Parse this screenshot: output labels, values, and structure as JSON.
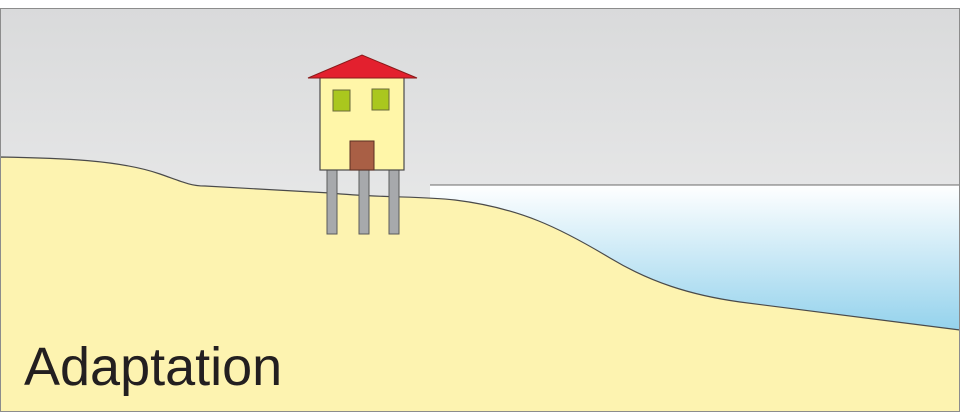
{
  "caption": "Adaptation",
  "colors": {
    "sky_top": "#d9dadb",
    "sky_bottom": "#f4f4f4",
    "water_top": "#ffffff",
    "water_bottom": "#58b9e2",
    "sand": "#fdf3b0",
    "outline": "#4a4a4a",
    "roof": "#e3202e",
    "house_wall": "#fff6a8",
    "window": "#aac71e",
    "door": "#a95f45",
    "stilt": "#a7a9ac",
    "caption_text": "#231f20"
  },
  "icons": {
    "house": "house-on-stilts",
    "shoreline": "sloping-beach"
  }
}
